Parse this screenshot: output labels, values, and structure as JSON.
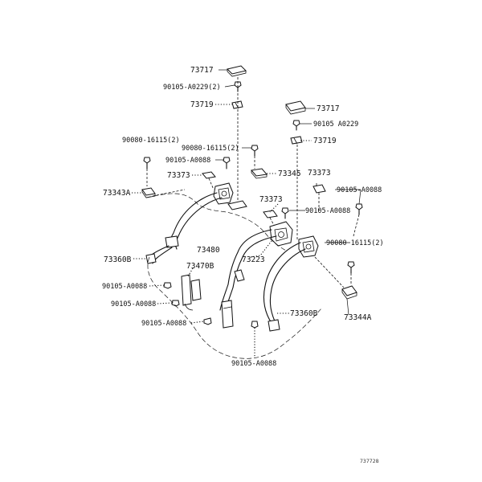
{
  "diagram": {
    "labels": {
      "p73717_top": "73717",
      "p90105_a0229_2": "90105-A0229(2)",
      "p73719_top": "73719",
      "p73717_right": "73717",
      "p90105_a0229": "90105 A0229",
      "p73719_right": "73719",
      "p90080_16115_2_left": "90080-16115(2)",
      "p90080_16115_2_mid": "90080-16115(2)",
      "p90105_a0088_top": "90105-A0088",
      "p73373_left": "73373",
      "p73345": "73345",
      "p73373_right": "73373",
      "p73343a": "73343A",
      "p90105_a0088_right": "90105-A0088",
      "p73373_mid": "73373",
      "p90105_a0088_mid": "90105-A0088",
      "p90080_16115_2_right": "90080 16115(2)",
      "p73480": "73480",
      "p73360b_left": "73360B",
      "p73470b": "73470B",
      "p73223": "73223",
      "p90105_a0088_l1": "90105-A0088",
      "p90105_a0088_l2": "90105-A0088",
      "p73360b_right": "73360B",
      "p73344a": "73344A",
      "p90105_a0088_l3": "90105-A0088",
      "p90105_a0088_bottom": "90105-A0088"
    },
    "drawing_code": "737728"
  }
}
